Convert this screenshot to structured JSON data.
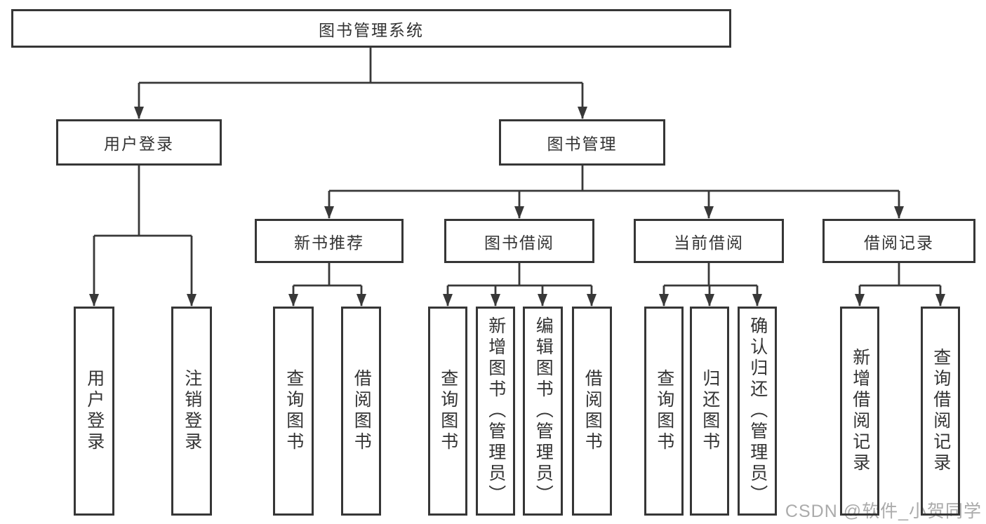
{
  "diagram_title": "图书管理系统",
  "colors": {
    "line": "#383838",
    "border": "#363636",
    "text": "#333333",
    "background": "#ffffff",
    "watermark": "#ababab"
  },
  "tree": {
    "root": {
      "label": "图书管理系统"
    },
    "children": [
      {
        "label": "用户登录",
        "children": [
          {
            "label": "用户登录"
          },
          {
            "label": "注销登录"
          }
        ]
      },
      {
        "label": "图书管理",
        "children": [
          {
            "label": "新书推荐",
            "children": [
              {
                "label": "查询图书"
              },
              {
                "label": "借阅图书"
              }
            ]
          },
          {
            "label": "图书借阅",
            "children": [
              {
                "label": "查询图书"
              },
              {
                "label": "新增图书（管理员）"
              },
              {
                "label": "编辑图书（管理员）"
              },
              {
                "label": "借阅图书"
              }
            ]
          },
          {
            "label": "当前借阅",
            "children": [
              {
                "label": "查询图书"
              },
              {
                "label": "归还图书"
              },
              {
                "label": "确认归还（管理员）"
              }
            ]
          },
          {
            "label": "借阅记录",
            "children": [
              {
                "label": "新增借阅记录"
              },
              {
                "label": "查询借阅记录"
              }
            ]
          }
        ]
      }
    ]
  },
  "watermark": {
    "text": "CSDN @软件_小贺同学"
  }
}
